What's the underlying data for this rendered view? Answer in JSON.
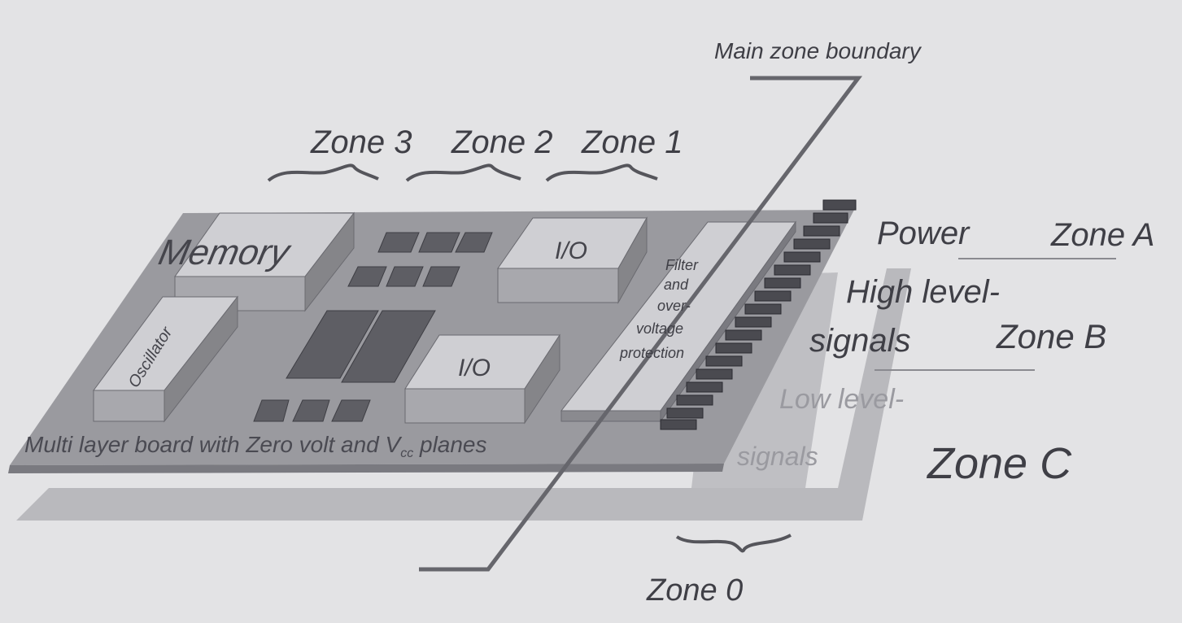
{
  "labels": {
    "main_zone_boundary": "Main zone boundary",
    "zone_3": "Zone 3",
    "zone_2": "Zone 2",
    "zone_1": "Zone 1",
    "zone_0": "Zone 0",
    "zone_a": "Zone A",
    "zone_b": "Zone B",
    "zone_c": "Zone C",
    "power": "Power",
    "high_level_1": "High level-",
    "high_level_2": "signals",
    "low_level_1": "Low level-",
    "low_level_2": "signals",
    "memory": "Memory",
    "oscillator": "Oscillator",
    "io_top": "I/O",
    "io_bottom": "I/O",
    "filter_lines": [
      "Filter",
      "and",
      "over-",
      "voltage",
      "protection"
    ],
    "board_caption_main": "Multi layer board with Zero volt and V",
    "board_caption_sub": "cc",
    "board_caption_end": " planes"
  },
  "colors": {
    "background": "#e3e3e5",
    "board": "#9a9a9f",
    "board_shadow": "#b9b9bd",
    "component_top": "#c9c9cd",
    "component_side": "#7c7c82",
    "dark_chip": "#5e5e64",
    "text": "#3f3f46"
  }
}
